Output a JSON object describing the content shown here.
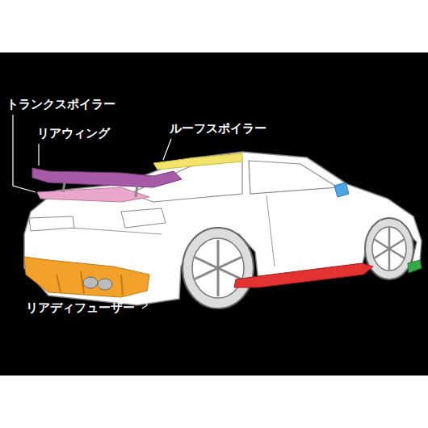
{
  "diagram": {
    "labels": [
      "トランクスポイラー",
      "リアウィング",
      "ルーフスポイラー",
      "リアディフューザー"
    ]
  }
}
